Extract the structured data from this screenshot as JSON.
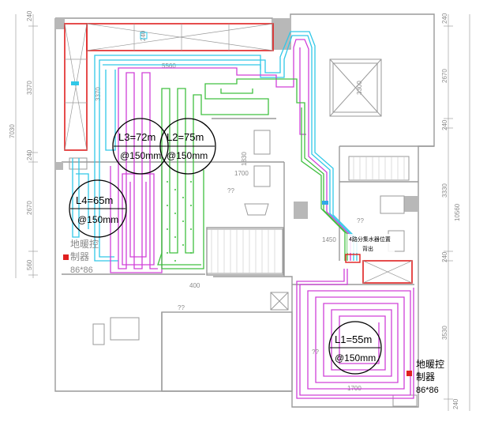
{
  "colors": {
    "wall": "#9a9a9a",
    "loop_magenta": "#d040d8",
    "loop_cyan": "#30c8e8",
    "loop_green": "#40c040",
    "red": "#e02020",
    "dim": "#909090",
    "label": "#000000"
  },
  "loops": [
    {
      "name": "L1=55m",
      "spacing": "@150mm"
    },
    {
      "name": "L2=75m",
      "spacing": "@150mm"
    },
    {
      "name": "L3=72m",
      "spacing": "@150mm"
    },
    {
      "name": "L4=65m",
      "spacing": "@150mm"
    }
  ],
  "manifold": {
    "line1": "4路分集水器位置",
    "line2": "背出"
  },
  "controllers": [
    {
      "line1": "地暖控",
      "line2": "制器",
      "size": "86*86"
    },
    {
      "line1": "地暖控",
      "line2": "制器",
      "size": "86*86"
    }
  ],
  "dims_left": [
    "240",
    "3370",
    "7030",
    "240",
    "2670",
    "560"
  ],
  "dims_right": [
    "240",
    "2670",
    "240",
    "3330",
    "10560",
    "240",
    "3530",
    "240"
  ],
  "dims_top": [
    "240",
    "5560"
  ],
  "dims_inner": [
    "3370",
    "1830",
    "1700",
    "400",
    "3300",
    "1450",
    "1700"
  ],
  "unknown_marks": [
    "??",
    "??",
    "??",
    "??"
  ]
}
